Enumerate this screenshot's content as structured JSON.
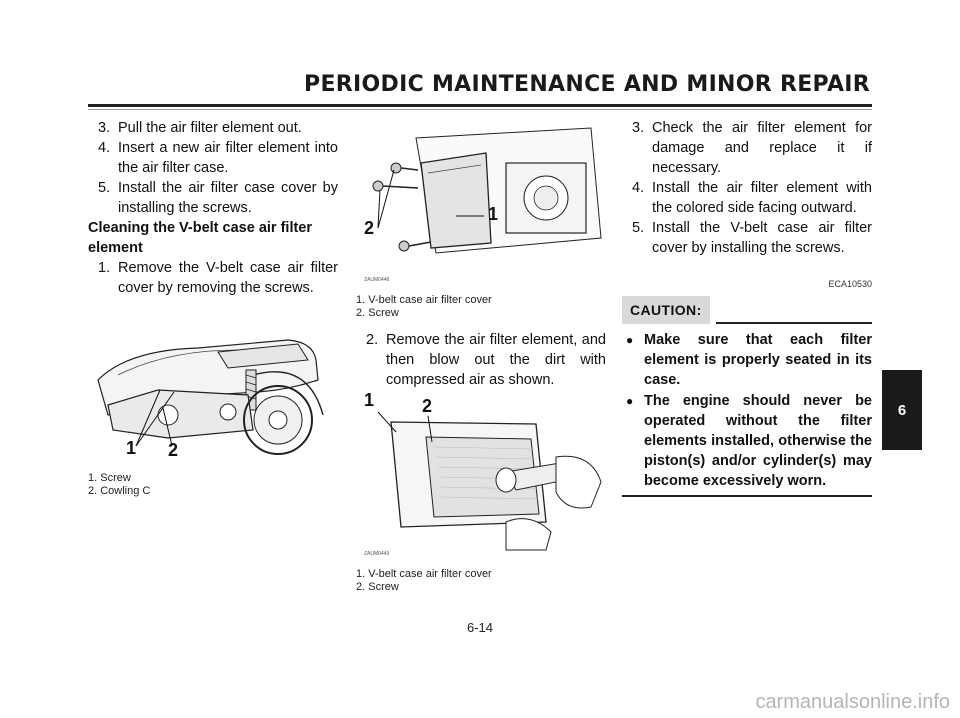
{
  "header": {
    "title": "PERIODIC MAINTENANCE AND MINOR REPAIR"
  },
  "col1": {
    "steps": [
      {
        "num": "3.",
        "text": "Pull the air filter element out."
      },
      {
        "num": "4.",
        "text": "Insert a new air filter element into the air filter case."
      },
      {
        "num": "5.",
        "text": "Install the air filter case cover by installing the screws."
      }
    ],
    "subheading": "Cleaning the V-belt case air filter element",
    "steps2": [
      {
        "num": "1.",
        "text": "Remove the V-belt case air filter cover by removing the screws."
      }
    ],
    "figure": {
      "callout1": "1",
      "callout2": "2"
    },
    "caption": [
      "1. Screw",
      "2. Cowling C"
    ]
  },
  "col2": {
    "figure1": {
      "code": "ZAUM0448",
      "callout1": "1",
      "callout2": "2"
    },
    "caption1": [
      "1. V-belt case air filter cover",
      "2. Screw"
    ],
    "steps": [
      {
        "num": "2.",
        "text": "Remove the air filter element, and then blow out the dirt with compressed air as shown."
      }
    ],
    "figure2": {
      "code": "ZAUM0449",
      "callout1": "1",
      "callout2": "2"
    },
    "caption2": [
      "1. V-belt case air filter cover",
      "2. Screw"
    ]
  },
  "col3": {
    "steps": [
      {
        "num": "3.",
        "text": "Check the air filter element for damage and replace it if necessary."
      },
      {
        "num": "4.",
        "text": "Install the air filter element with the colored side facing outward."
      },
      {
        "num": "5.",
        "text": "Install the V-belt case air filter cover by installing the screws."
      }
    ],
    "code": "ECA10530",
    "caution_label": "CAUTION:",
    "bullets": [
      "Make sure that each filter element is properly seated in its case.",
      "The engine should never be operated without the filter elements installed, otherwise the piston(s) and/or cylinder(s) may become excessively worn."
    ]
  },
  "side_tab": "6",
  "page_number": "6-14",
  "watermark": "carmanualsonline.info"
}
